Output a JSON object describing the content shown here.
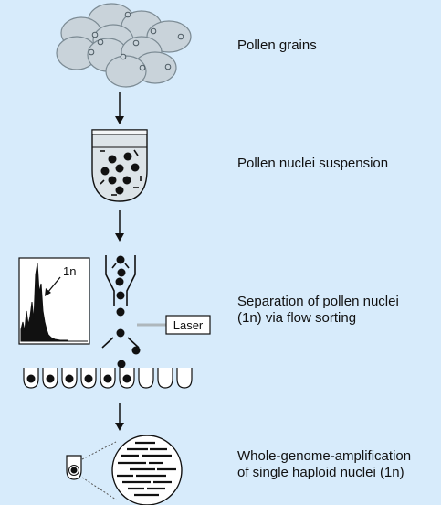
{
  "background_color": "#d7ebfb",
  "steps": [
    {
      "label": "Pollen grains"
    },
    {
      "label": "Pollen nuclei suspension"
    },
    {
      "label": "Separation of pollen nuclei\n(1n) via flow sorting"
    },
    {
      "label": "Whole-genome-amplification\nof single haploid nuclei (1n)"
    }
  ],
  "histogram": {
    "peak_label": "1n"
  },
  "laser": {
    "label": "Laser"
  },
  "plate": {
    "filled_wells": 6,
    "total_wells": 9
  },
  "colors": {
    "pollen_fill": "#c9d3da",
    "pollen_stroke": "#7b8a93",
    "tube_fill": "#dde4e8",
    "ink": "#111111"
  }
}
